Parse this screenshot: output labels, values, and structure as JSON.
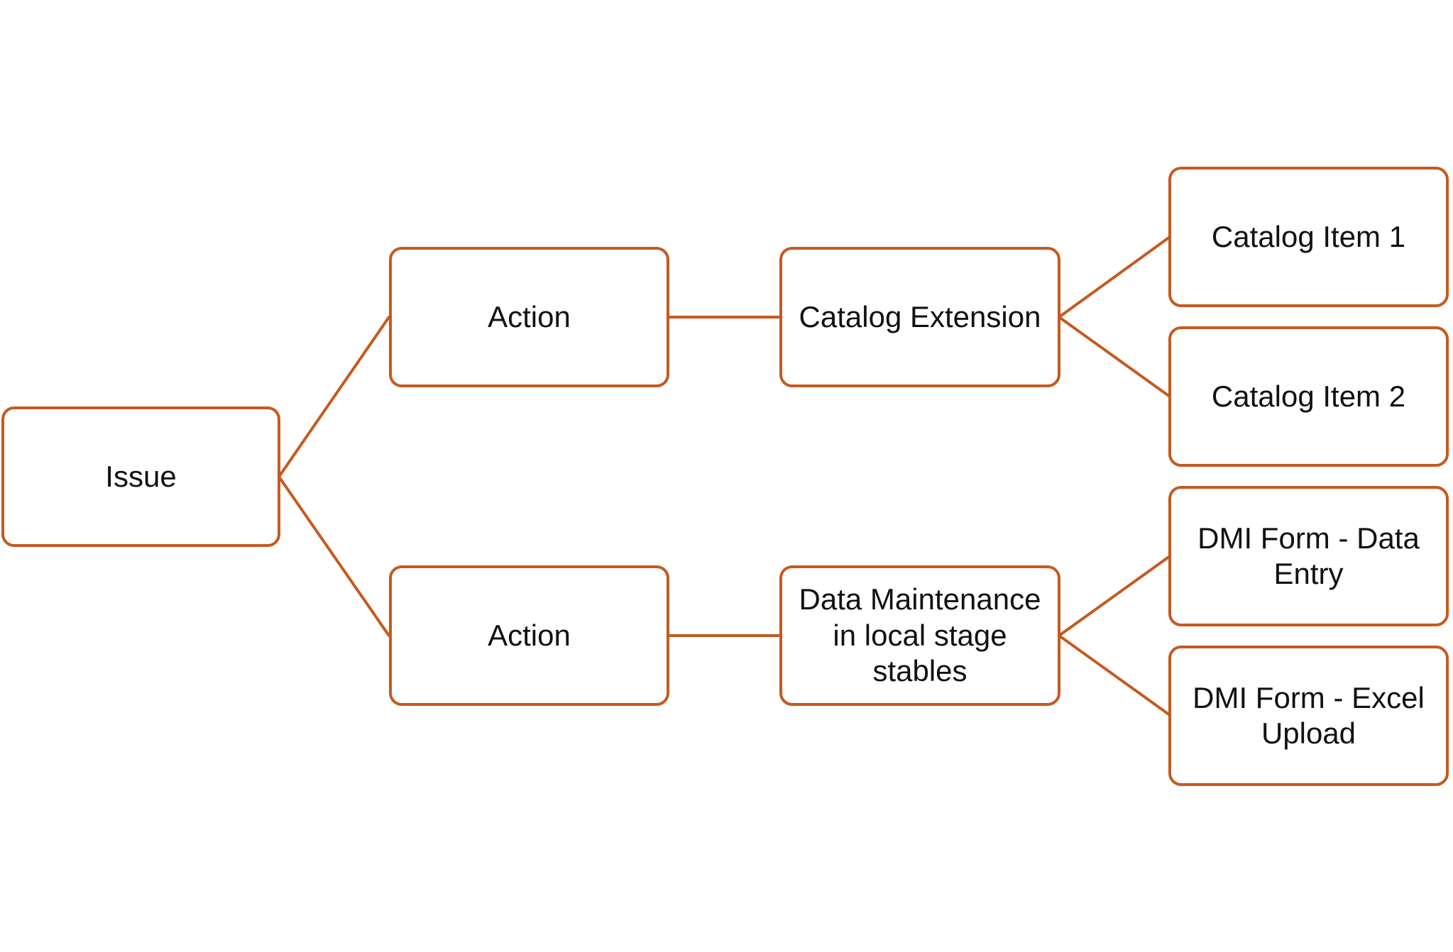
{
  "diagram": {
    "type": "tree",
    "colors": {
      "border": "#c55a20",
      "connector": "#c55a20",
      "text": "#111111",
      "background": "#ffffff"
    },
    "nodes": {
      "issue": {
        "label": "Issue"
      },
      "action_1": {
        "label": "Action"
      },
      "action_2": {
        "label": "Action"
      },
      "catalog_extension": {
        "label": "Catalog Extension"
      },
      "data_maintenance": {
        "label": "Data Maintenance in local stage stables"
      },
      "catalog_item_1": {
        "label": "Catalog Item 1"
      },
      "catalog_item_2": {
        "label": "Catalog Item 2"
      },
      "dmi_data_entry": {
        "label": "DMI Form - Data Entry"
      },
      "dmi_excel_upload": {
        "label": "DMI Form - Excel Upload"
      }
    },
    "edges": [
      {
        "from": "issue",
        "to": "action_1"
      },
      {
        "from": "issue",
        "to": "action_2"
      },
      {
        "from": "action_1",
        "to": "catalog_extension"
      },
      {
        "from": "action_2",
        "to": "data_maintenance"
      },
      {
        "from": "catalog_extension",
        "to": "catalog_item_1"
      },
      {
        "from": "catalog_extension",
        "to": "catalog_item_2"
      },
      {
        "from": "data_maintenance",
        "to": "dmi_data_entry"
      },
      {
        "from": "data_maintenance",
        "to": "dmi_excel_upload"
      }
    ]
  }
}
